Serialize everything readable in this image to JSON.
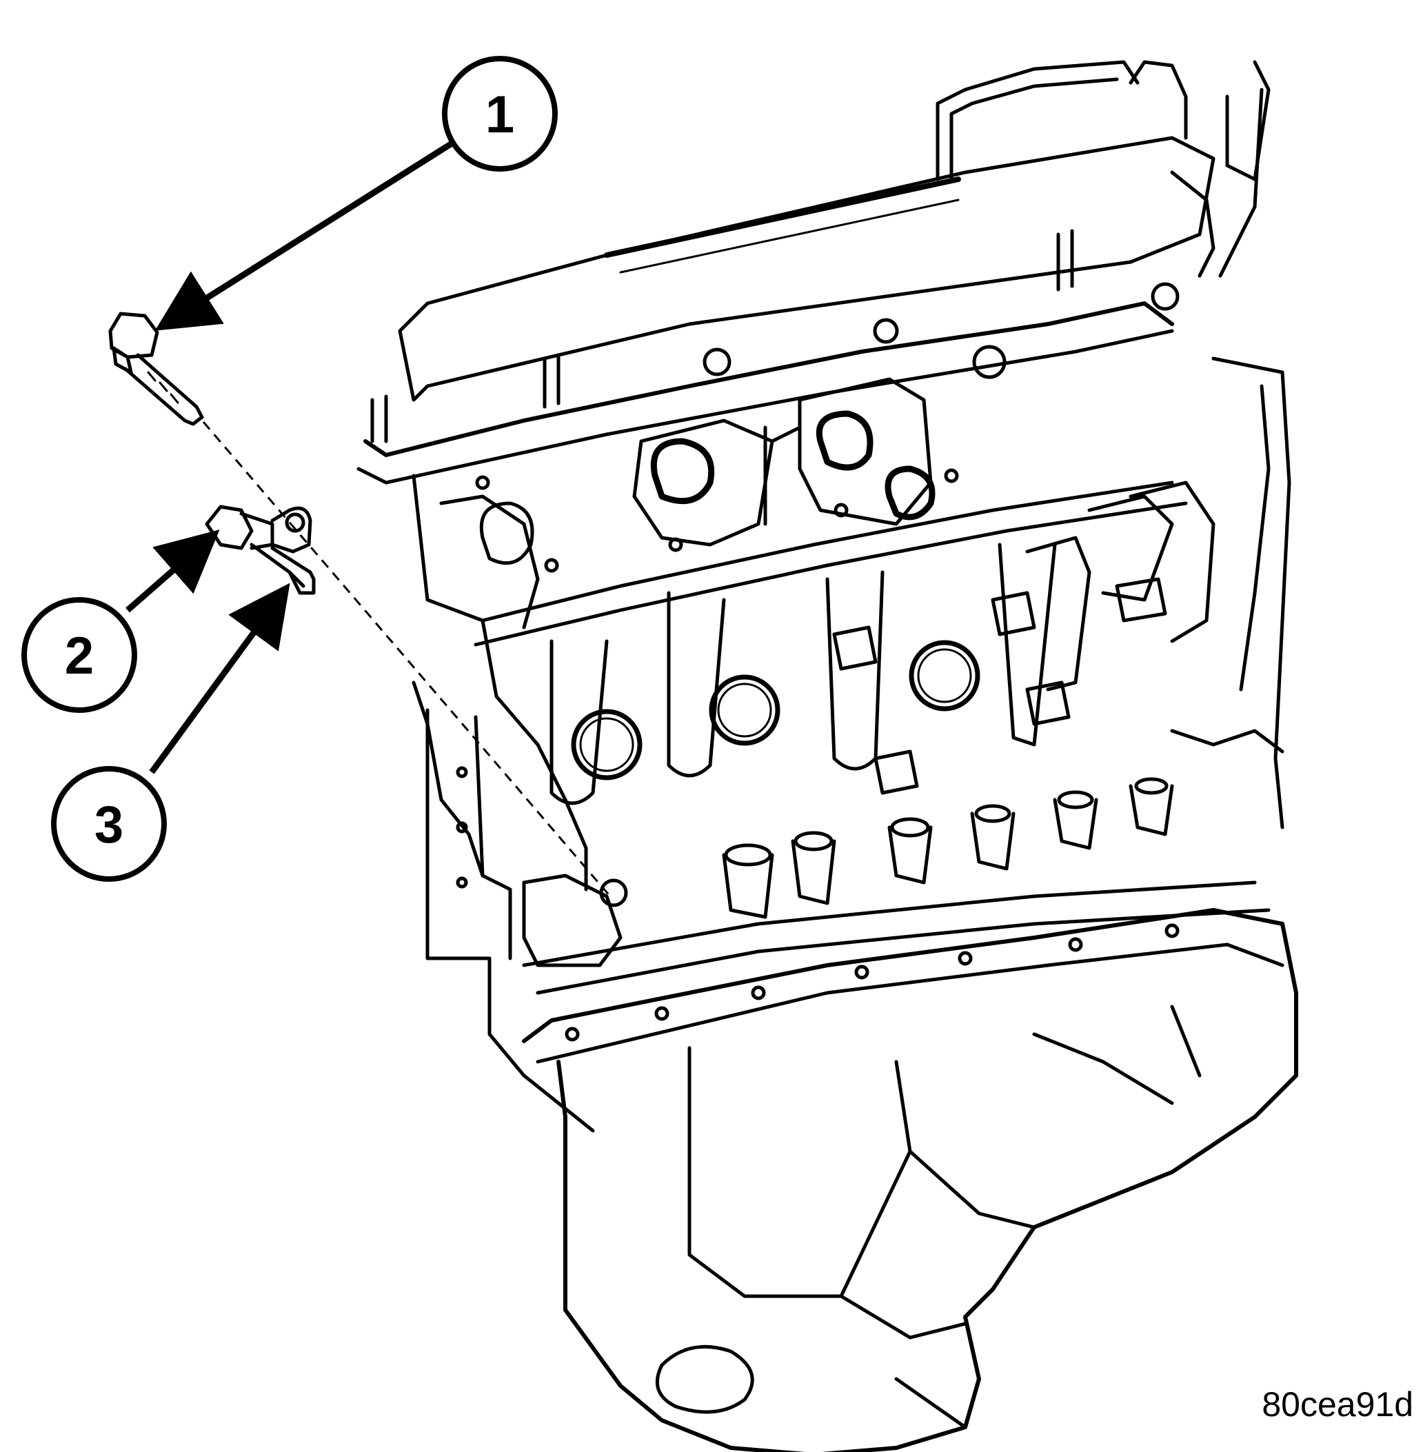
{
  "callouts": [
    {
      "id": "1",
      "label": "1"
    },
    {
      "id": "2",
      "label": "2"
    },
    {
      "id": "3",
      "label": "3"
    }
  ],
  "figure_code": "80cea91d",
  "colors": {
    "ink": "#000000",
    "background": "#ffffff"
  }
}
